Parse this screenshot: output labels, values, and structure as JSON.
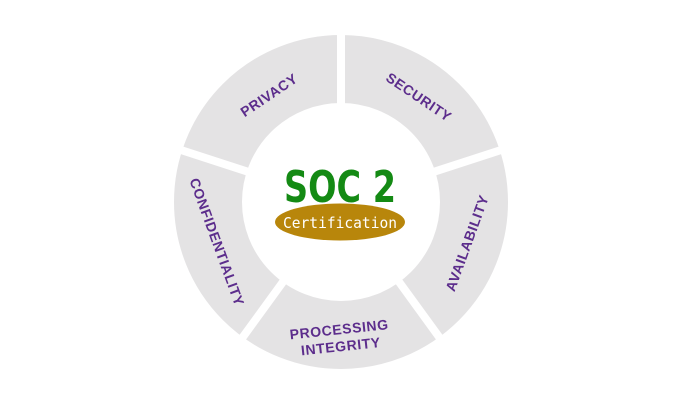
{
  "diagram": {
    "title": "SOC 2",
    "subtitle": "Certification",
    "segments": [
      {
        "id": "privacy",
        "label": "PRIVACY"
      },
      {
        "id": "security",
        "label": "SECURITY"
      },
      {
        "id": "availability",
        "label": "AVAILABILITY"
      },
      {
        "id": "processing-integrity",
        "label": "PROCESSING INTEGRITY"
      },
      {
        "id": "confidentiality",
        "label": "CONFIDENTIALITY"
      }
    ],
    "colors": {
      "background": "#ffffff",
      "segment": "#e4e3e4",
      "segment_label": "#5c2d8c",
      "title": "#148a14",
      "badge": "#b8860b",
      "badge_text": "#ffffff"
    }
  }
}
